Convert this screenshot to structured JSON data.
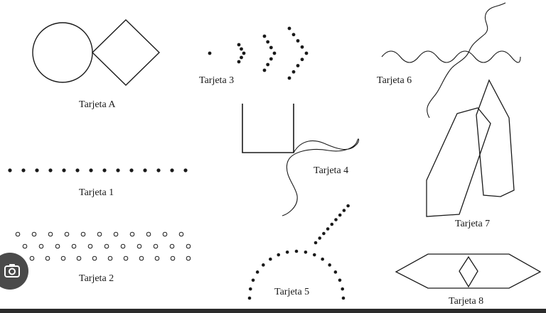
{
  "labels": {
    "card_a": "Tarjeta A",
    "card_1": "Tarjeta 1",
    "card_2": "Tarjeta 2",
    "card_3": "Tarjeta 3",
    "card_4": "Tarjeta 4",
    "card_5": "Tarjeta 5",
    "card_6": "Tarjeta 6",
    "card_7": "Tarjeta 7",
    "card_8": "Tarjeta 8"
  },
  "overlay": {
    "icon": "lens-search-icon"
  },
  "colors": {
    "ink": "#1a1a1a",
    "overlay": "#4a4a4a"
  }
}
